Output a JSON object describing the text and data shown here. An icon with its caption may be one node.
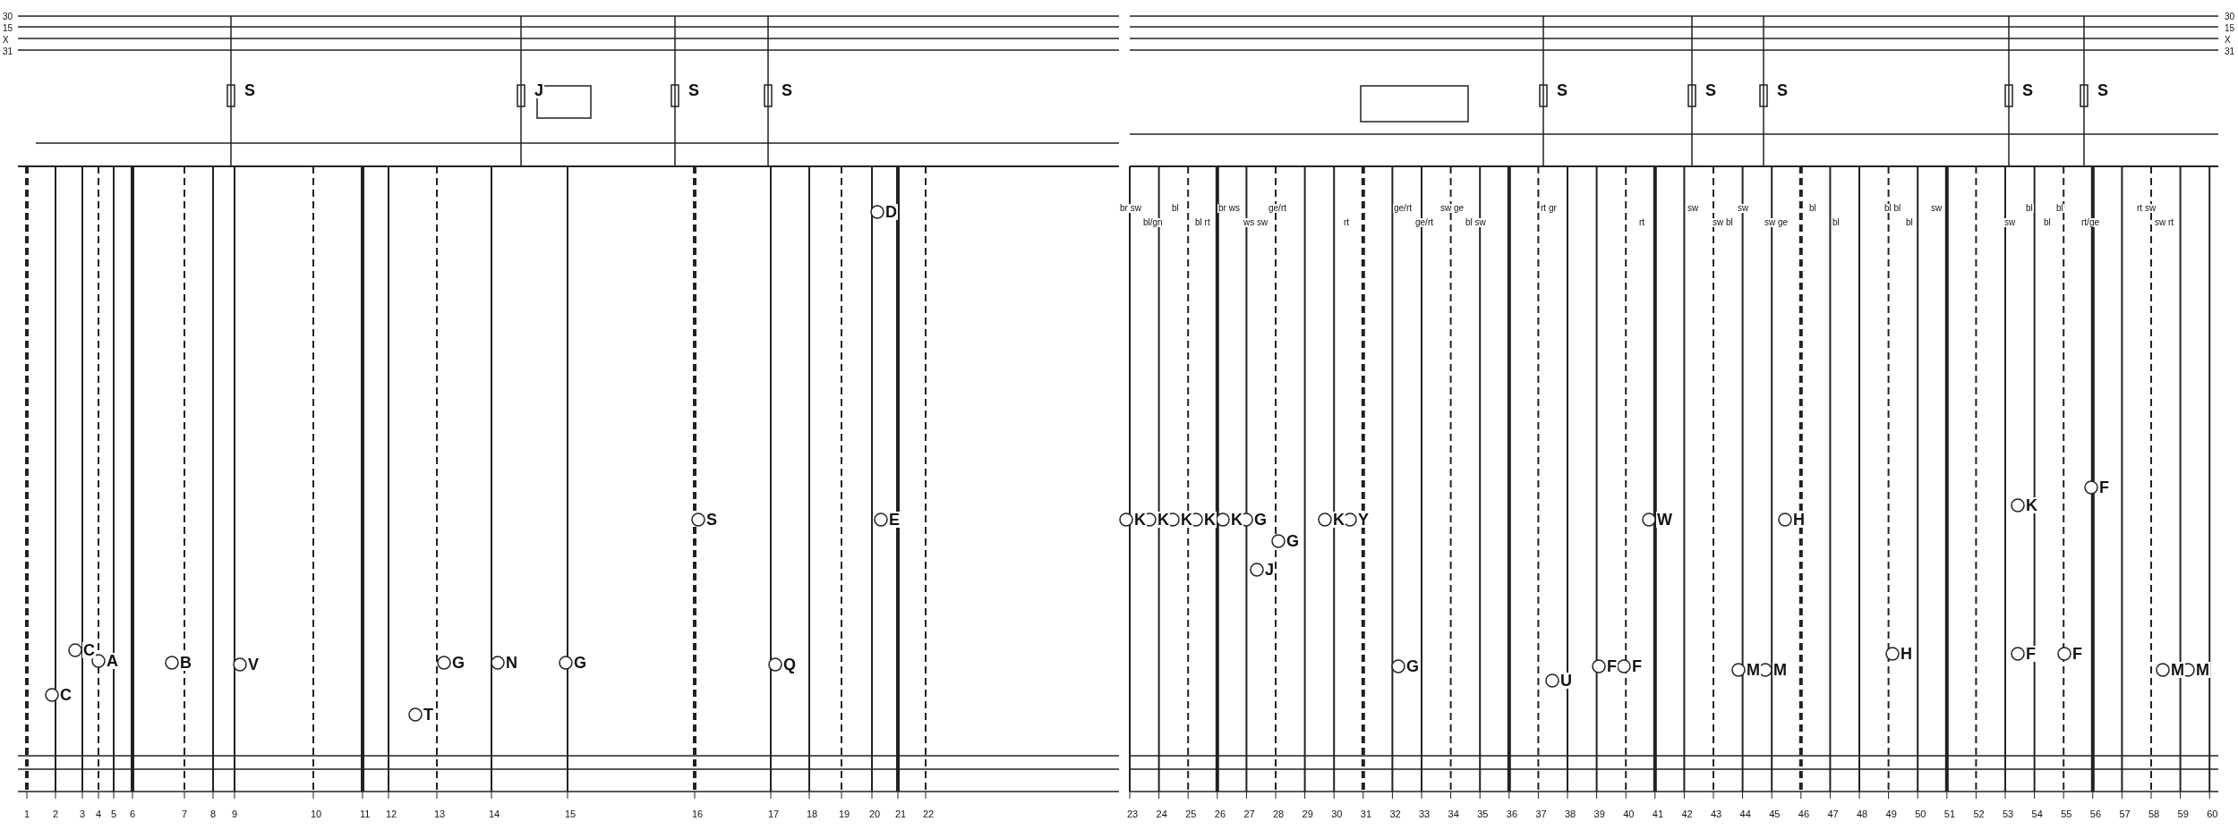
{
  "diagram": {
    "labels": [
      "30",
      "15",
      "X",
      "31",
      "30",
      "15",
      "X",
      "31",
      "S",
      "J",
      "S",
      "S",
      "S",
      "S",
      "S",
      "S",
      "S",
      "br sw",
      "bl/gn",
      "bl",
      "bl rt",
      "br ws",
      "ws sw",
      "ge/rt",
      "rt",
      "ge/rt",
      "ge/rt",
      "sw ge",
      "bl sw",
      "rt gr",
      "rt",
      "sw",
      "sw bl",
      "sw",
      "sw ge",
      "bl",
      "bl",
      "bl bl",
      "bl",
      "sw",
      "sw",
      "bl",
      "bl",
      "bl",
      "rt/ge",
      "rt sw",
      "sw rt",
      "D",
      "A",
      "B",
      "C",
      "C",
      "V",
      "T",
      "G",
      "N",
      "G",
      "S",
      "Q",
      "E",
      "K",
      "K",
      "K",
      "K",
      "K",
      "G",
      "G",
      "J",
      "K",
      "Y",
      "G",
      "U",
      "F",
      "F",
      "W",
      "M",
      "M",
      "H",
      "H",
      "K",
      "F",
      "F",
      "F",
      "M",
      "M",
      "1",
      "2",
      "3",
      "4",
      "5",
      "6",
      "7",
      "8",
      "9",
      "10",
      "11",
      "12",
      "13",
      "14",
      "15",
      "16",
      "17",
      "18",
      "19",
      "20",
      "21",
      "22",
      "23",
      "24",
      "25",
      "26",
      "27",
      "28",
      "29",
      "30",
      "31",
      "32",
      "33",
      "34",
      "35",
      "36",
      "37",
      "38",
      "39",
      "40",
      "41",
      "42",
      "43",
      "44",
      "45",
      "46",
      "47",
      "48",
      "49",
      "50",
      "51",
      "52",
      "53",
      "54",
      "55",
      "56",
      "57",
      "58",
      "59",
      "60"
    ]
  }
}
